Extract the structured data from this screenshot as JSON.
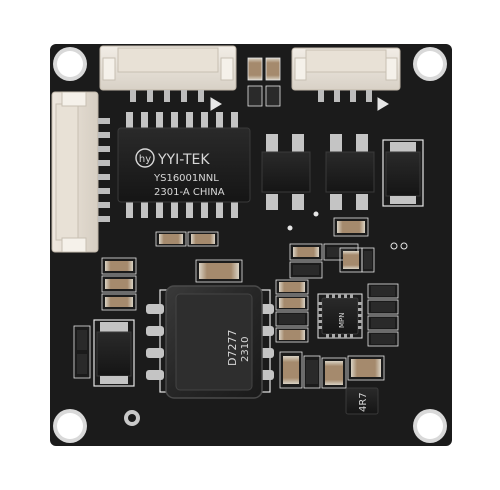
{
  "board": {
    "pcb_color": "#1b1b1b",
    "silkscreen_color": "#e6e6e6",
    "pad_color": "#cfcfcf"
  },
  "ethernet_transformer": {
    "logo": "hy",
    "brand": "YYI-TEK",
    "part_number": "YS16001NNL",
    "date_code": "2301-A CHINA"
  },
  "power_inductor": {
    "marking_line1": "D7277",
    "marking_line2": "2310"
  },
  "small_ic": {
    "marking": "4R7"
  },
  "qfn_ic": {
    "marking": "MPN"
  }
}
